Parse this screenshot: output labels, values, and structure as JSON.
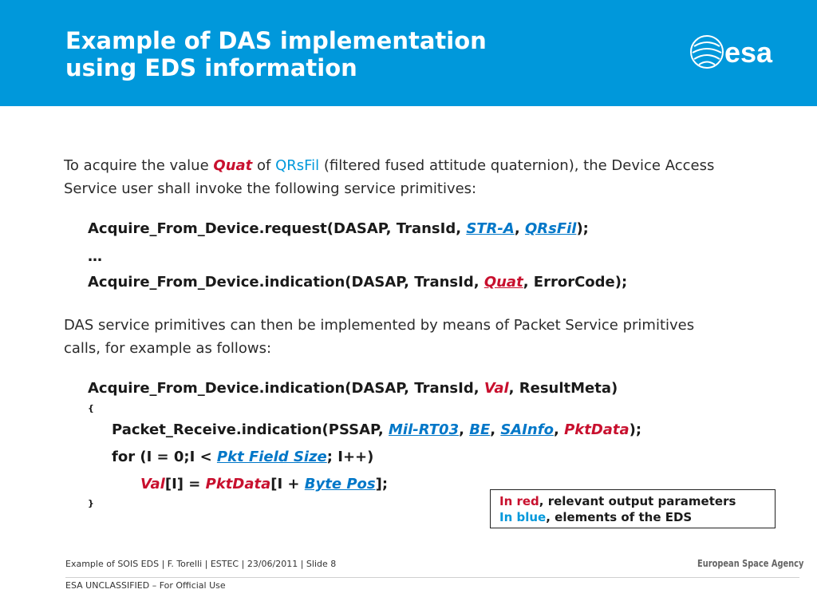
{
  "header": {
    "title_line1": "Example of DAS implementation",
    "title_line2": "using EDS information",
    "logo_text": "esa"
  },
  "intro": {
    "part1": "To acquire the value ",
    "quat": "Quat",
    "part2": " of ",
    "qrsfil": "QRsFil",
    "part3": " (filtered fused attitude quaternion), the Device Access Service user shall invoke the following service primitives:"
  },
  "code1": {
    "line1_prefix": "Acquire_From_Device.request(DASAP, TransId, ",
    "line1_strA": "STR-A",
    "line1_sep": ", ",
    "line1_qrsfil": "QRsFil",
    "line1_suffix": ");",
    "line2": "…",
    "line3_prefix": "Acquire_From_Device.indication(DASAP, TransId, ",
    "line3_quat": "Quat",
    "line3_suffix": ", ErrorCode);"
  },
  "para2": "DAS service primitives can then be implemented by means of Packet Service primitives calls, for example as follows:",
  "code2": {
    "line1_prefix": "Acquire_From_Device.indication(DASAP, TransId, ",
    "line1_val": "Val",
    "line1_suffix": ", ResultMeta)",
    "open_brace": "{",
    "line2_prefix": "Packet_Receive.indication(PSSAP, ",
    "line2_milrt": "Mil-RT03",
    "line2_sep1": ", ",
    "line2_be": "BE",
    "line2_sep2": ", ",
    "line2_sainfo": "SAInfo",
    "line2_sep3": ", ",
    "line2_pktdata": "PktData",
    "line2_suffix": ");",
    "line3_prefix": "for (I = 0;I < ",
    "line3_size": "Pkt Field Size",
    "line3_suffix": "; I++)",
    "line4_val": "Val",
    "line4_mid": "[I] = ",
    "line4_pktdata": "PktData",
    "line4_mid2": "[I + ",
    "line4_bytepos": "Byte Pos",
    "line4_suffix": "];",
    "close_brace": "}"
  },
  "legend": {
    "red_label": "In red",
    "red_text": ", relevant output parameters",
    "blue_label": "In blue",
    "blue_text": ", elements of the EDS"
  },
  "footer": {
    "slide_info": "Example of SOIS EDS | F. Torelli | ESTEC | 23/06/2011 | Slide 8",
    "classification": "ESA UNCLASSIFIED – For Official Use",
    "agency": "European Space Agency"
  },
  "colors": {
    "header_bg": "#0098db",
    "red": "#c8102e",
    "blue": "#0077c8"
  }
}
